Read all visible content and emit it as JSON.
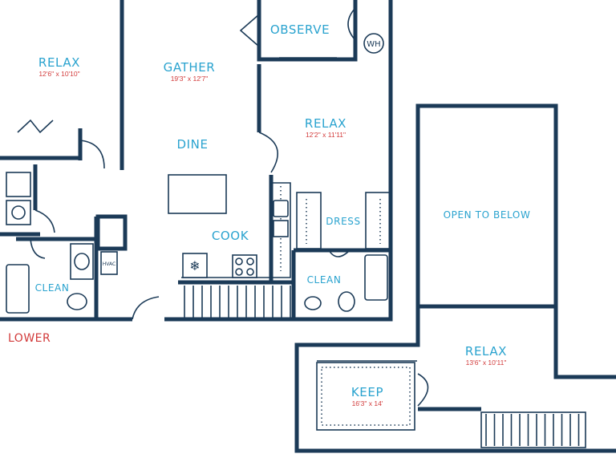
{
  "rooms": {
    "relax_left": {
      "name": "RELAX",
      "dim": "12'6\" x 10'10\""
    },
    "gather": {
      "name": "GATHER",
      "dim": "19'3\" x 12'7\""
    },
    "observe": {
      "name": "OBSERVE"
    },
    "relax_mid": {
      "name": "RELAX",
      "dim": "12'2\" x 11'11\""
    },
    "dine": {
      "name": "DINE"
    },
    "dress": {
      "name": "DRESS"
    },
    "cook": {
      "name": "COOK"
    },
    "clean_left": {
      "name": "CLEAN"
    },
    "clean_mid": {
      "name": "CLEAN"
    },
    "open_below": {
      "name": "OPEN TO BELOW"
    },
    "relax_upper": {
      "name": "RELAX",
      "dim": "13'6\" x 10'11\""
    },
    "keep": {
      "name": "KEEP",
      "dim": "16'3\" x 14'"
    }
  },
  "labels": {
    "lower": "LOWER",
    "wh": "WH",
    "hvac": "HVAC"
  },
  "colors": {
    "wall": "#1b3a57",
    "room_name": "#2aa3cf",
    "dimension": "#d23a3a",
    "open_below_fill": "#cfe6f4"
  }
}
